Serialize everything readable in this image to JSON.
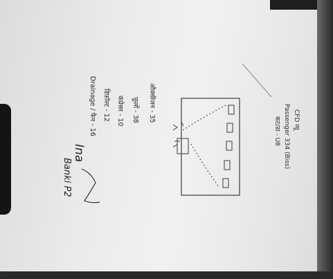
{
  "document": {
    "header": {
      "line1": "CFD व्यू",
      "line2": "Passenger 334 (Biss)",
      "line3": "कट/डा - U8"
    },
    "legend": {
      "items": [
        "औक्सीजन - 35",
        "फूलों - 38",
        "कंप्रेसर - 10",
        "डिफ़ॉल्ट - 12",
        "Drainage / फैन - 16"
      ]
    },
    "signature": {
      "name": "Ina",
      "text": "Banki P2"
    }
  }
}
